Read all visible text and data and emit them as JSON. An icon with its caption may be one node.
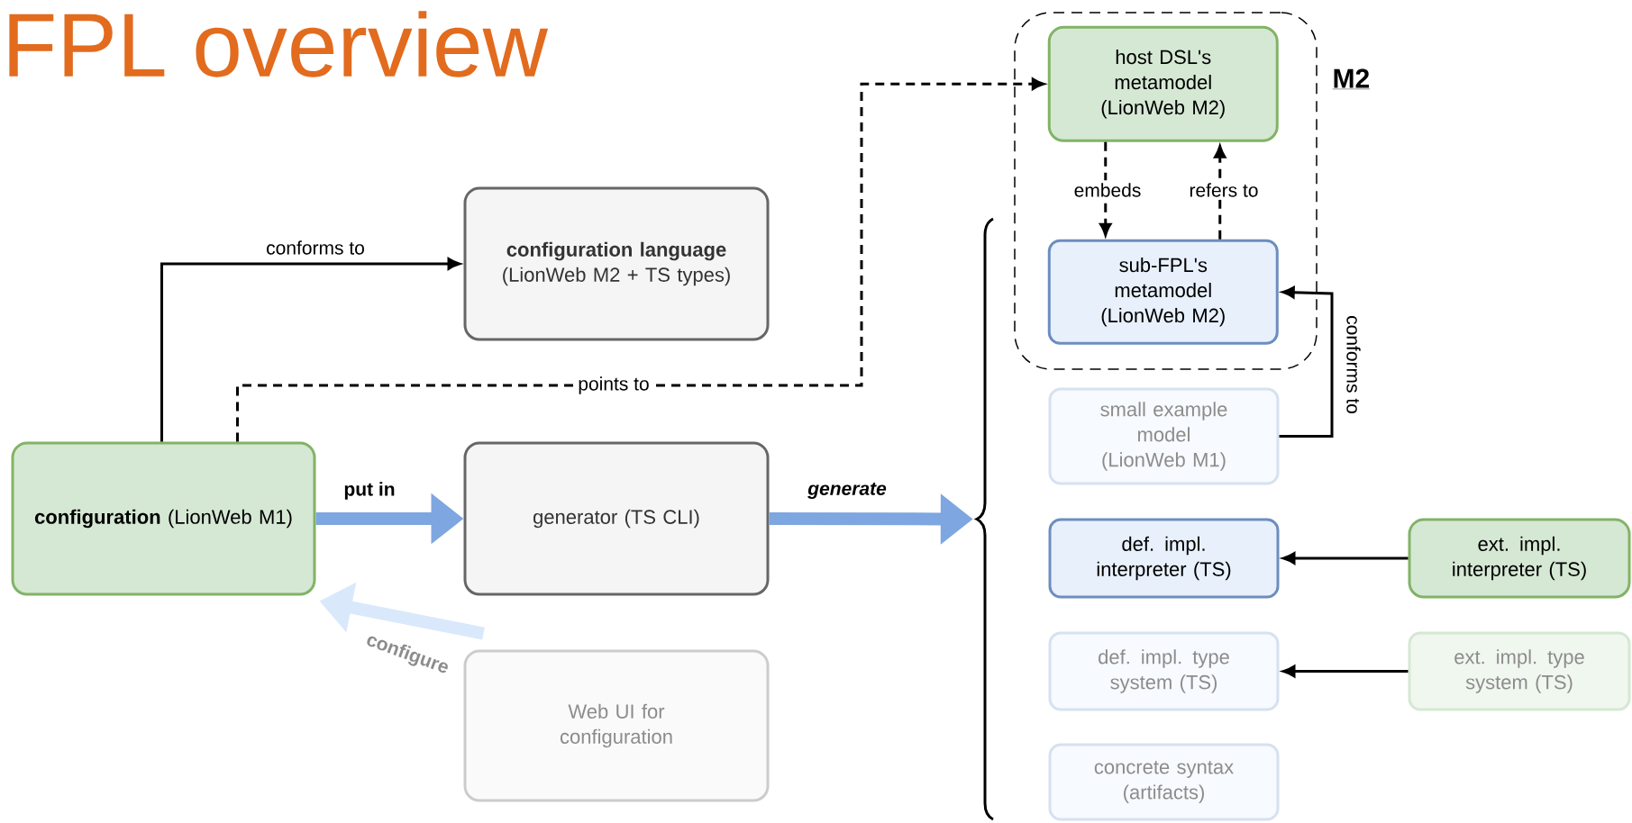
{
  "diagram": {
    "title": "FPL overview",
    "nodes": [
      {
        "text": [
          "**configuration language** (LionWeb M2 + TS types)"
        ]
      },
      {
        "text": [
          "M2"
        ]
      },
      {
        "text": [
          "host DSL's metamodel (LionWeb M2)"
        ],
        "in": 1
      },
      {
        "text": [
          "sub-FPL's metamodel (LionWeb M2)"
        ],
        "in": 1
      },
      {
        "text": [
          "**configuration** (LionWeb M1)"
        ]
      },
      {
        "text": [
          "generator (TS CLI)"
        ]
      },
      {
        "text": [
          "Web UI for configuration"
        ]
      },
      {
        "text": [],
        "shape": "brace"
      },
      {
        "text": [
          "small example model (LionWeb M1)"
        ]
      },
      {
        "text": [
          "def. impl. interpreter (TS)"
        ]
      },
      {
        "text": [
          "ext. impl. interpreter (TS)"
        ]
      },
      {
        "text": [
          "def. impl. type system (TS)"
        ]
      },
      {
        "text": [
          "ext. impl. type system (TS)"
        ]
      },
      {
        "text": [
          "concrete syntax (artifacts)"
        ]
      }
    ],
    "edges": [
      {
        "from": 4,
        "to": 0,
        "arrow": "to",
        "label": "conforms to"
      },
      {
        "from": 4,
        "to": 2,
        "arrow": "to",
        "label": "points to",
        "style": "dashed"
      },
      {
        "from": 4,
        "to": 5,
        "arrow": "to",
        "label": "put in",
        "style": "thick",
        "color": "#7ea6e0"
      },
      {
        "from": 5,
        "to": 7,
        "arrow": "to",
        "label": "*generate*",
        "style": "thick",
        "color": "#7ea6e0"
      },
      {
        "from": 6,
        "to": 4,
        "arrow": "to",
        "label": "configure",
        "style": "thick",
        "color": "#dae8fc"
      },
      {
        "from": 2,
        "to": 3,
        "arrow": "to",
        "label": "embeds",
        "style": "dashed"
      },
      {
        "from": 3,
        "to": 2,
        "arrow": "to",
        "label": "refers to",
        "style": "dashed"
      },
      {
        "from": 8,
        "to": 3,
        "arrow": "to",
        "label": "conforms to"
      },
      {
        "from": 10,
        "to": 9,
        "arrow": "to"
      },
      {
        "from": 12,
        "to": 11,
        "arrow": "to"
      }
    ]
  }
}
